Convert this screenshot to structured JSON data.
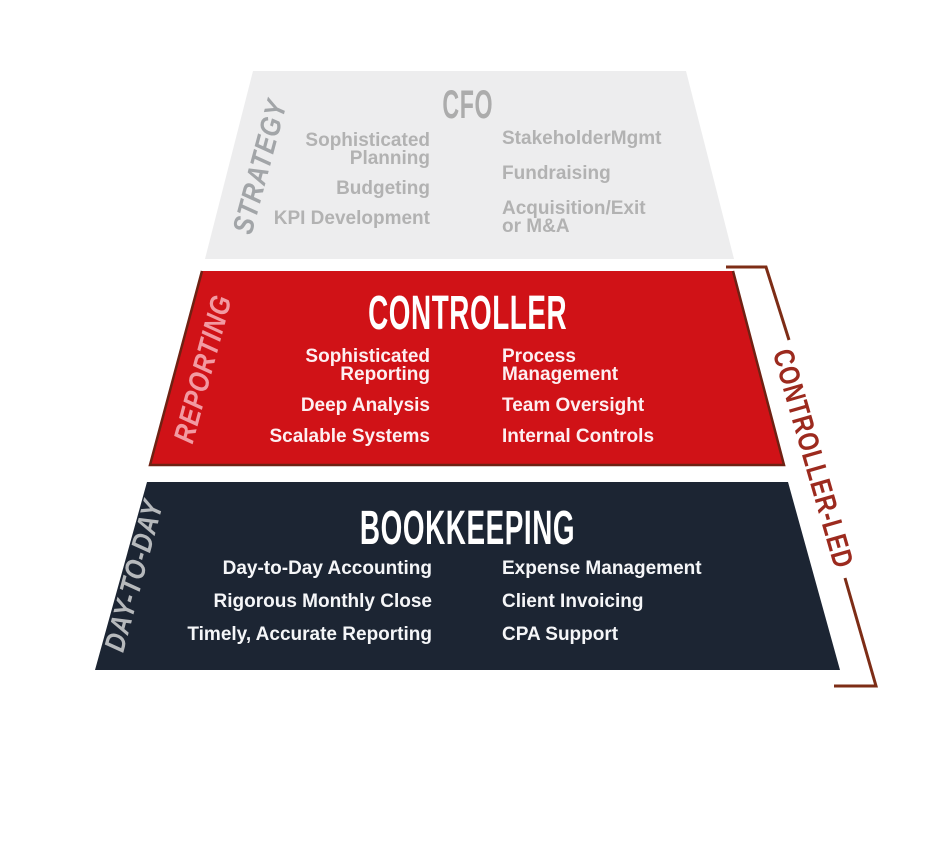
{
  "bracket": {
    "label": "CONTROLLER-LED"
  },
  "colors": {
    "background": "#ffffff",
    "tier_strategy_bg": "#ededee",
    "tier_strategy_title": "#acacac",
    "tier_strategy_body": "#b2b2b2",
    "tier_strategy_label": "#a2a5a8",
    "tier_reporting_bg": "#d01217",
    "tier_reporting_border": "#6f2113",
    "tier_reporting_title": "#ffffff",
    "tier_reporting_body": "#fdeff1",
    "tier_reporting_label": "#f29aa2",
    "tier_bookkeeping_bg": "#1c2533",
    "tier_bookkeeping_title": "#ffffff",
    "tier_bookkeeping_body": "#f5f6f8",
    "tier_bookkeeping_label": "#b6b9bc",
    "bracket_line": "#7d2d16",
    "bracket_label": "#9c2a1e"
  },
  "tiers": [
    {
      "name": "strategy",
      "side_label": "STRATEGY",
      "title": "CFO",
      "left_items": [
        {
          "line1": "Sophisticated",
          "line2": "Planning"
        },
        {
          "line1": "Budgeting"
        },
        {
          "line1": "KPI Development"
        }
      ],
      "right_items": [
        {
          "line1": "StakeholderMgmt"
        },
        {
          "line1": "Fundraising"
        },
        {
          "line1": "Acquisition/Exit",
          "line2": "or M&A"
        }
      ]
    },
    {
      "name": "reporting",
      "side_label": "REPORTING",
      "title": "CONTROLLER",
      "left_items": [
        {
          "line1": "Sophisticated",
          "line2": "Reporting"
        },
        {
          "line1": "Deep Analysis"
        },
        {
          "line1": "Scalable Systems"
        }
      ],
      "right_items": [
        {
          "line1": "Process",
          "line2": "Management"
        },
        {
          "line1": "Team Oversight"
        },
        {
          "line1": "Internal Controls"
        }
      ]
    },
    {
      "name": "bookkeeping",
      "side_label": "DAY-TO-DAY",
      "title": "BOOKKEEPING",
      "left_items": [
        {
          "line1": "Day-to-Day Accounting"
        },
        {
          "line1": "Rigorous Monthly Close"
        },
        {
          "line1": "Timely, Accurate Reporting"
        }
      ],
      "right_items": [
        {
          "line1": "Expense Management"
        },
        {
          "line1": "Client Invoicing"
        },
        {
          "line1": "CPA Support"
        }
      ]
    }
  ]
}
